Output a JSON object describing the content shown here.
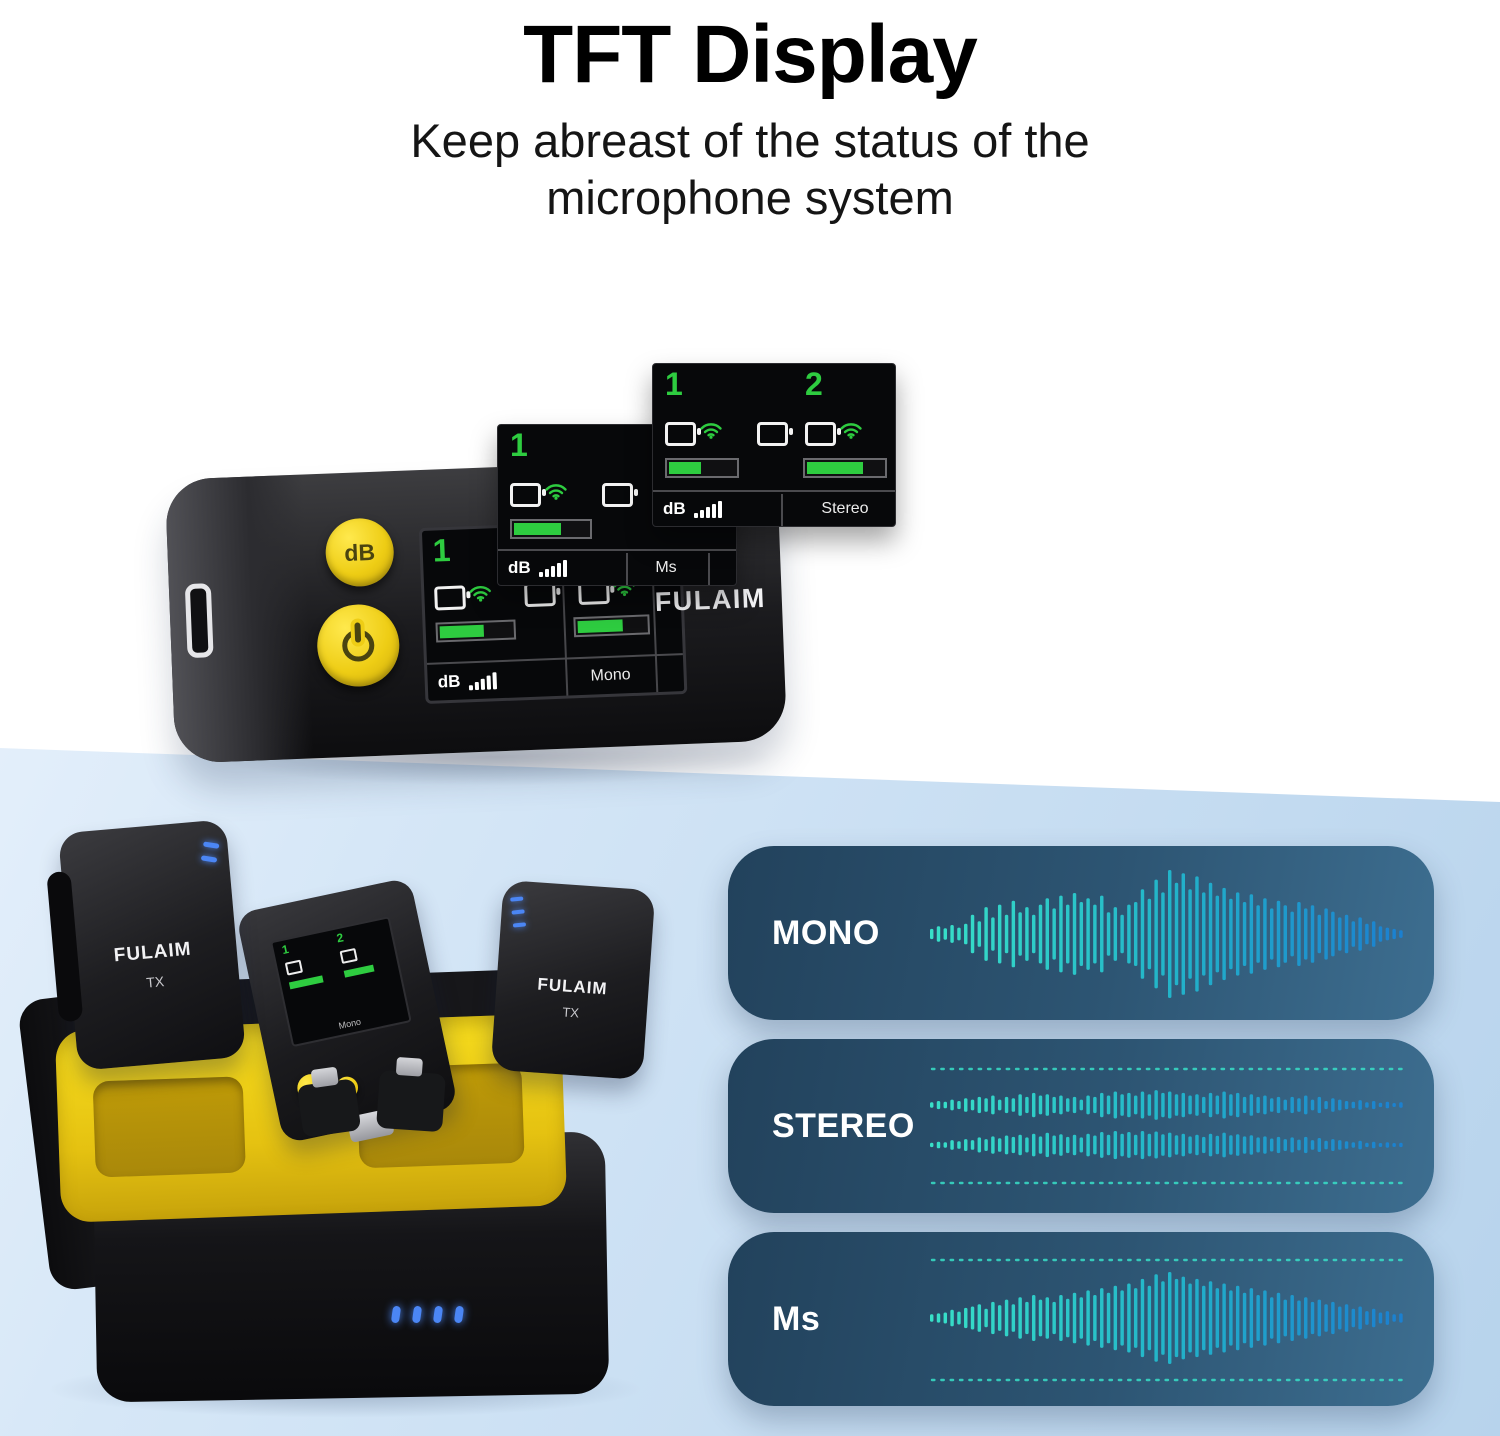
{
  "page": {
    "title": "TFT Display",
    "subtitle1": "Keep abreast of the status of the",
    "subtitle2": "microphone system"
  },
  "receiver": {
    "db_button": "dB",
    "logo": "FULAIM",
    "main_screen": {
      "ch1": "1",
      "db": "dB",
      "mode": "Mono"
    },
    "ms_screen": {
      "ch1": "1",
      "db": "dB",
      "mode": "Ms"
    },
    "stereo_screen": {
      "ch1": "1",
      "ch2": "2",
      "db": "dB",
      "mode": "Stereo"
    }
  },
  "case_kit": {
    "tx_left": {
      "brand": "FULAIM",
      "label": "TX"
    },
    "tx_right": {
      "brand": "FULAIM",
      "label": "TX"
    },
    "rx_mini": {
      "ch1": "1",
      "ch2": "2",
      "mode": "Mono"
    }
  },
  "panels": [
    {
      "label": "MONO",
      "type": "single-large",
      "dotted": false,
      "amps": [
        0.08,
        0.12,
        0.09,
        0.14,
        0.1,
        0.16,
        0.3,
        0.2,
        0.42,
        0.26,
        0.46,
        0.3,
        0.52,
        0.34,
        0.42,
        0.3,
        0.46,
        0.56,
        0.4,
        0.6,
        0.46,
        0.64,
        0.5,
        0.56,
        0.46,
        0.6,
        0.34,
        0.42,
        0.3,
        0.46,
        0.5,
        0.7,
        0.55,
        0.85,
        0.65,
        1.0,
        0.8,
        0.95,
        0.7,
        0.9,
        0.65,
        0.8,
        0.6,
        0.72,
        0.55,
        0.65,
        0.5,
        0.62,
        0.45,
        0.56,
        0.4,
        0.52,
        0.45,
        0.35,
        0.5,
        0.4,
        0.45,
        0.3,
        0.4,
        0.35,
        0.26,
        0.3,
        0.2,
        0.26,
        0.16,
        0.2,
        0.12,
        0.1,
        0.08,
        0.06
      ]
    },
    {
      "label": "STEREO",
      "type": "double",
      "dotted": true,
      "amps_top": [
        0.1,
        0.15,
        0.12,
        0.2,
        0.15,
        0.25,
        0.2,
        0.3,
        0.25,
        0.35,
        0.2,
        0.3,
        0.25,
        0.4,
        0.3,
        0.45,
        0.35,
        0.4,
        0.3,
        0.35,
        0.25,
        0.3,
        0.2,
        0.35,
        0.3,
        0.45,
        0.35,
        0.5,
        0.4,
        0.45,
        0.35,
        0.5,
        0.4,
        0.55,
        0.45,
        0.5,
        0.4,
        0.45,
        0.35,
        0.4,
        0.3,
        0.45,
        0.35,
        0.5,
        0.4,
        0.45,
        0.3,
        0.4,
        0.3,
        0.35,
        0.25,
        0.3,
        0.2,
        0.3,
        0.25,
        0.35,
        0.2,
        0.3,
        0.15,
        0.25,
        0.2,
        0.15,
        0.12,
        0.18,
        0.1,
        0.15,
        0.08,
        0.12,
        0.06,
        0.1
      ],
      "amps_bottom": [
        0.08,
        0.12,
        0.1,
        0.18,
        0.14,
        0.22,
        0.18,
        0.28,
        0.22,
        0.32,
        0.25,
        0.35,
        0.3,
        0.38,
        0.28,
        0.42,
        0.32,
        0.45,
        0.35,
        0.4,
        0.3,
        0.38,
        0.28,
        0.42,
        0.35,
        0.48,
        0.38,
        0.52,
        0.42,
        0.48,
        0.38,
        0.52,
        0.42,
        0.5,
        0.4,
        0.46,
        0.36,
        0.42,
        0.32,
        0.38,
        0.3,
        0.42,
        0.34,
        0.46,
        0.36,
        0.4,
        0.32,
        0.36,
        0.28,
        0.32,
        0.24,
        0.3,
        0.22,
        0.28,
        0.2,
        0.3,
        0.18,
        0.26,
        0.16,
        0.22,
        0.18,
        0.14,
        0.1,
        0.16,
        0.08,
        0.12,
        0.06,
        0.1,
        0.05,
        0.08
      ]
    },
    {
      "label": "Ms",
      "type": "single",
      "dotted": true,
      "amps": [
        0.08,
        0.1,
        0.12,
        0.18,
        0.14,
        0.22,
        0.25,
        0.3,
        0.2,
        0.35,
        0.28,
        0.4,
        0.3,
        0.45,
        0.35,
        0.5,
        0.4,
        0.45,
        0.35,
        0.5,
        0.42,
        0.55,
        0.45,
        0.6,
        0.5,
        0.65,
        0.55,
        0.7,
        0.6,
        0.75,
        0.65,
        0.85,
        0.7,
        0.95,
        0.8,
        1.0,
        0.85,
        0.9,
        0.75,
        0.85,
        0.7,
        0.8,
        0.65,
        0.75,
        0.6,
        0.7,
        0.55,
        0.65,
        0.5,
        0.6,
        0.45,
        0.55,
        0.4,
        0.5,
        0.38,
        0.45,
        0.35,
        0.4,
        0.3,
        0.35,
        0.25,
        0.3,
        0.2,
        0.25,
        0.15,
        0.2,
        0.12,
        0.15,
        0.08,
        0.1
      ]
    }
  ],
  "colors": {
    "accent_yellow": "#eecd15",
    "screen_green": "#2ecc40",
    "wave_teal": "#38e0c8",
    "wave_mid": "#22b4c9",
    "wave_blue": "#1b7fd0",
    "led_blue": "#4b86f5"
  }
}
